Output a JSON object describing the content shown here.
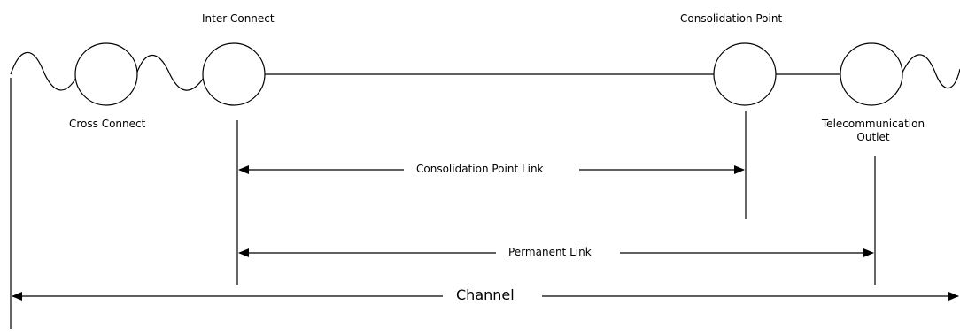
{
  "labels": {
    "inter_connect": "Inter Connect",
    "consolidation_point": "Consolidation Point",
    "cross_connect": "Cross Connect",
    "telecom_outlet_line1": "Telecommunication",
    "telecom_outlet_line2": "Outlet",
    "consolidation_point_link": "Consolidation Point Link",
    "permanent_link": "Permanent Link",
    "channel": "Channel"
  },
  "colors": {
    "stroke": "#000000",
    "background": "#ffffff"
  }
}
